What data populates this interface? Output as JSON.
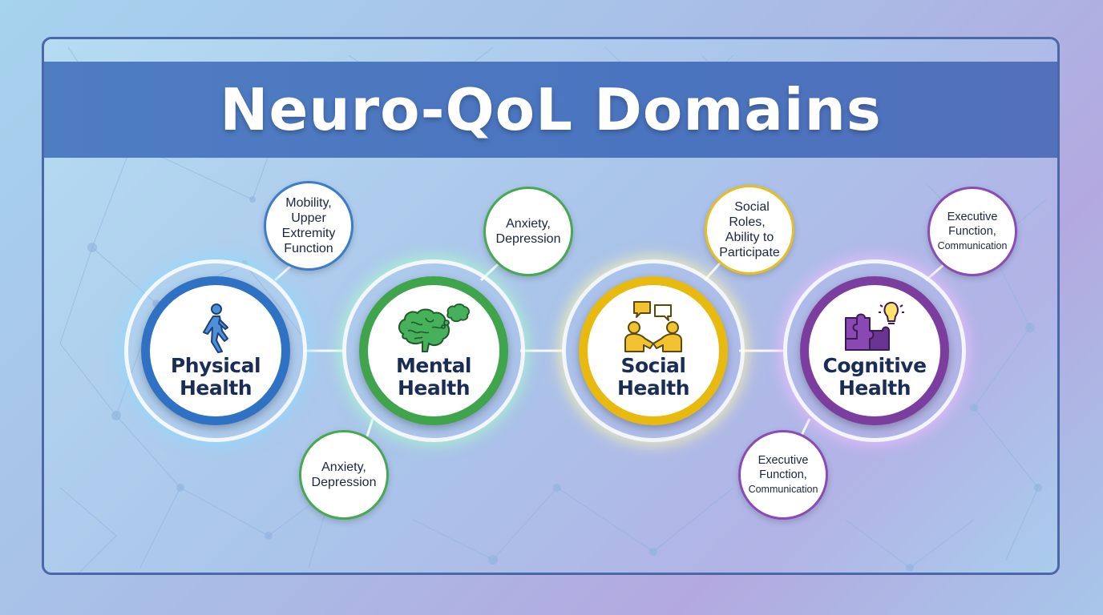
{
  "title": "Neuro-QoL Domains",
  "colors": {
    "physical": "#2f72c4",
    "mental": "#3fa44b",
    "social": "#e8b90e",
    "cognitive": "#7b3d9e",
    "banner": "#4f7dc2"
  },
  "domains": [
    {
      "label_line1": "Physical",
      "label_line2": "Health",
      "icon": "walking-person-icon",
      "bubbles": [
        {
          "lines": [
            "Mobility,",
            "Upper",
            "Extremity",
            "Function"
          ]
        }
      ]
    },
    {
      "label_line1": "Mental",
      "label_line2": "Health",
      "icon": "brain-thought-icon",
      "bubbles": [
        {
          "lines": [
            "Anxiety,",
            "Depression"
          ]
        },
        {
          "lines": [
            "Anxiety,",
            "Depression"
          ]
        }
      ]
    },
    {
      "label_line1": "Social",
      "label_line2": "Health",
      "icon": "people-handshake-icon",
      "bubbles": [
        {
          "lines": [
            "Social Roles,",
            "Ability to",
            "Participate"
          ]
        }
      ]
    },
    {
      "label_line1": "Cognitive",
      "label_line2": "Health",
      "icon": "puzzle-lightbulb-icon",
      "bubbles": [
        {
          "lines": [
            "Executive",
            "Function,",
            "Communication"
          ]
        },
        {
          "lines": [
            "Executive",
            "Function,",
            "Communication"
          ]
        }
      ]
    }
  ]
}
